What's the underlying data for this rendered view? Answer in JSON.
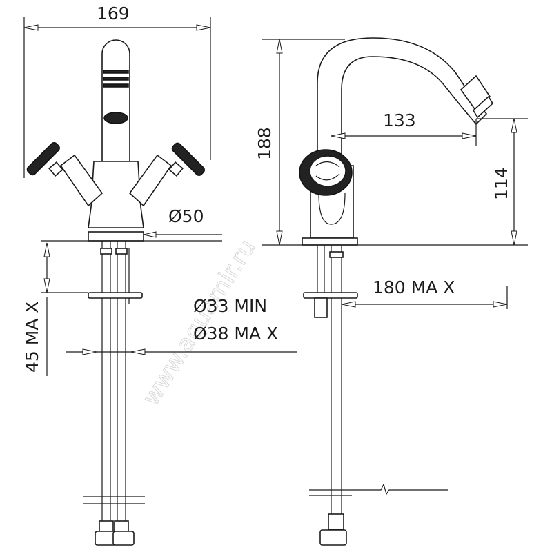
{
  "drawing": {
    "front_view": {
      "width_dim": "169",
      "base_diameter": "Ø50",
      "deck_thickness": "45 MA X",
      "hole_min": "Ø33  MIN",
      "hole_max": "Ø38 MA X"
    },
    "side_view": {
      "height_dim": "188",
      "reach_dim": "133",
      "outlet_height_dim": "114",
      "hose_length": "180 MA X"
    },
    "watermark": "www.aquamir.ru"
  }
}
